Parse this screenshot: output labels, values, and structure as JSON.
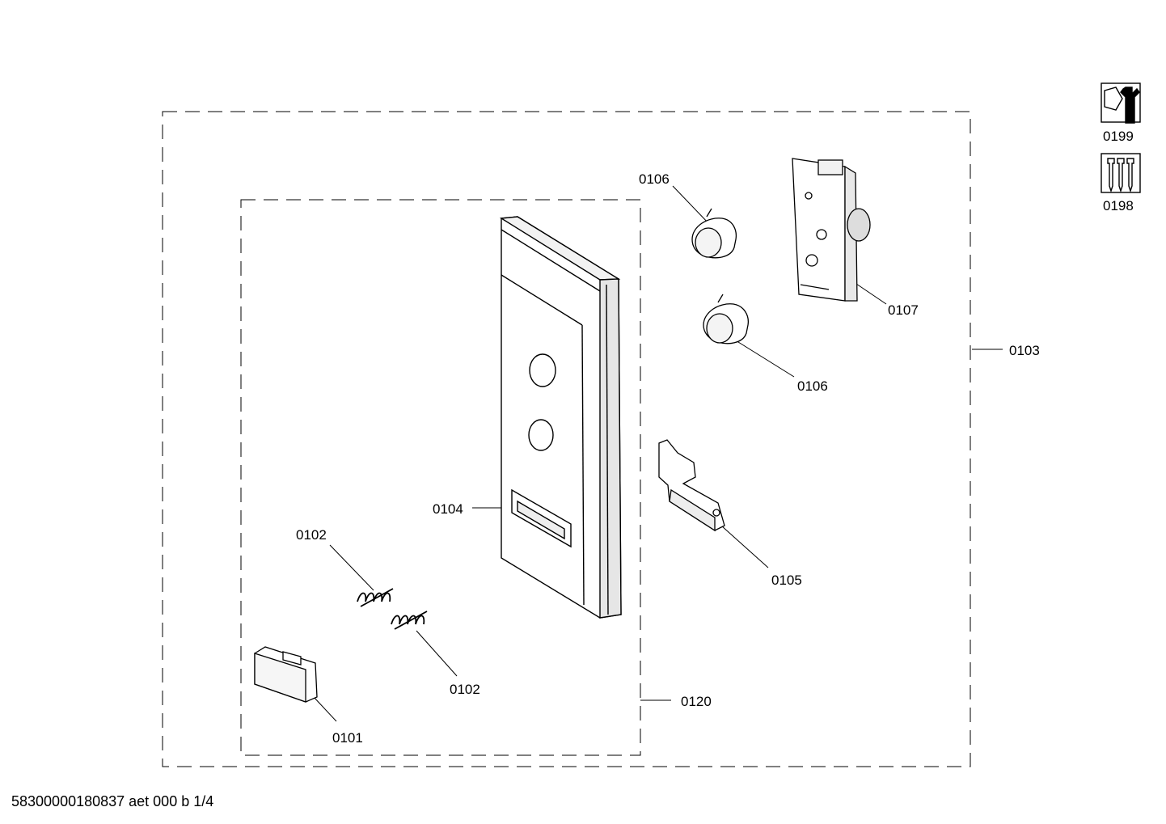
{
  "labels": {
    "p0101": "0101",
    "p0102a": "0102",
    "p0102b": "0102",
    "p0103": "0103",
    "p0104": "0104",
    "p0105": "0105",
    "p0106a": "0106",
    "p0106b": "0106",
    "p0107": "0107",
    "p0120": "0120",
    "p0198": "0198",
    "p0199": "0199"
  },
  "icons": {
    "service": "wrench-nut-icon",
    "screws": "screws-icon"
  },
  "footer": "58300000180837 aet 000 b 1/4",
  "colors": {
    "line": "#000000",
    "background": "#ffffff"
  }
}
